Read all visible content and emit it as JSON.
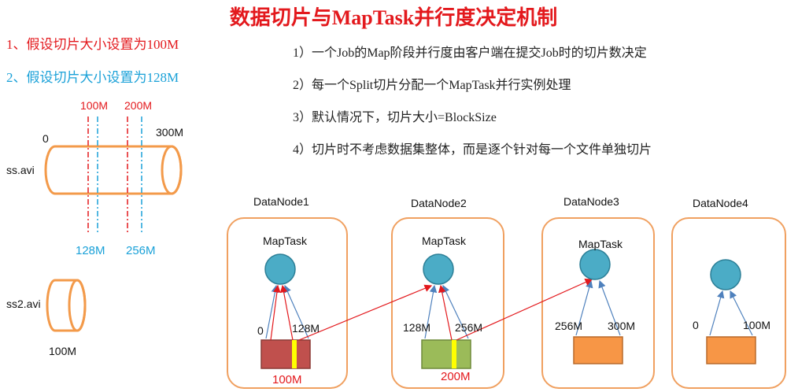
{
  "title": "数据切片与MapTask并行度决定机制",
  "assumptions": [
    {
      "text": "1、假设切片大小设置为100M",
      "color": "#e3191d"
    },
    {
      "text": "2、假设切片大小设置为128M",
      "color": "#1aa1d8"
    }
  ],
  "points": [
    {
      "text": "1）一个Job的Map阶段并行度由客户端在提交Job时的切片数决定",
      "color": "#e3191d"
    },
    {
      "text": "2）每一个Split切片分配一个MapTask并行实例处理",
      "color": "#222222"
    },
    {
      "text": "3）默认情况下，切片大小=BlockSize",
      "color": "#222222"
    },
    {
      "text": "4）切片时不考虑数据集整体，而是逐个针对每一个文件单独切片",
      "color": "#222222"
    }
  ],
  "files": {
    "ss": {
      "name": "ss.avi",
      "start": "0",
      "end": "300M",
      "marks_red": [
        "100M",
        "200M"
      ],
      "marks_blue": [
        "128M",
        "256M"
      ]
    },
    "ss2": {
      "name": "ss2.avi",
      "size": "100M"
    }
  },
  "nodes": [
    {
      "name": "DataNode1",
      "task": "MapTask",
      "left_label": "0",
      "right_label": "128M",
      "block_color": "#c0504d",
      "split_label": "100M"
    },
    {
      "name": "DataNode2",
      "task": "MapTask",
      "left_label": "128M",
      "right_label": "256M",
      "block_color": "#9bbb59",
      "split_label": "200M"
    },
    {
      "name": "DataNode3",
      "task": "MapTask",
      "left_label": "256M",
      "right_label": "300M",
      "block_color": "#f79646",
      "split_label": ""
    },
    {
      "name": "DataNode4",
      "task": "",
      "left_label": "0",
      "right_label": "100M",
      "block_color": "#f79646",
      "split_label": ""
    }
  ],
  "colors": {
    "accent_red": "#e3191d",
    "accent_blue": "#1aa1d8",
    "node_border": "#f0a060",
    "task_circle": "#4bacc6",
    "arrow_blue": "#4f81bd",
    "highlight": "#ffff00"
  }
}
